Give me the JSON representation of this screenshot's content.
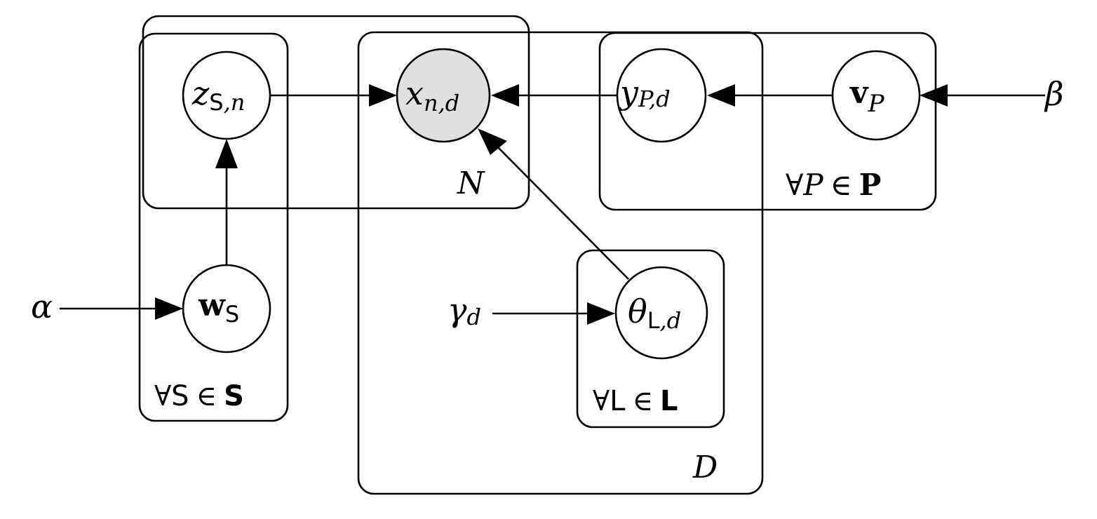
{
  "diagram": {
    "type": "plate-notation graphical model",
    "nodes": {
      "z": {
        "main": "z",
        "sub_set": "S",
        "sub_rest": ",n",
        "observed": false
      },
      "x": {
        "main": "x",
        "sub": "n,d",
        "observed": true,
        "fill": "#e0e0e0"
      },
      "y": {
        "main": "y",
        "sub": "P,d",
        "observed": false
      },
      "v": {
        "main": "v",
        "sub": "P",
        "observed": false
      },
      "w": {
        "main": "w",
        "sub": "S",
        "observed": false
      },
      "theta": {
        "main": "θ",
        "sub_set": "L",
        "sub_rest": ",d",
        "observed": false
      }
    },
    "hyperparameters": {
      "alpha": "α",
      "beta": "β",
      "gamma": {
        "main": "γ",
        "sub": "d"
      }
    },
    "plates": {
      "N": {
        "label": "N"
      },
      "D": {
        "label": "D"
      },
      "S": {
        "forall": "∀",
        "var": "S",
        "in": "∈",
        "set": "S"
      },
      "P": {
        "forall": "∀",
        "var": "P",
        "in": "∈",
        "set": "P"
      },
      "L": {
        "forall": "∀",
        "var": "L",
        "in": "∈",
        "set": "L"
      }
    },
    "edges": [
      {
        "from": "z",
        "to": "x"
      },
      {
        "from": "y",
        "to": "x"
      },
      {
        "from": "theta",
        "to": "x"
      },
      {
        "from": "v",
        "to": "y"
      },
      {
        "from": "beta",
        "to": "v"
      },
      {
        "from": "w",
        "to": "z"
      },
      {
        "from": "alpha",
        "to": "w"
      },
      {
        "from": "gamma",
        "to": "theta"
      }
    ]
  }
}
